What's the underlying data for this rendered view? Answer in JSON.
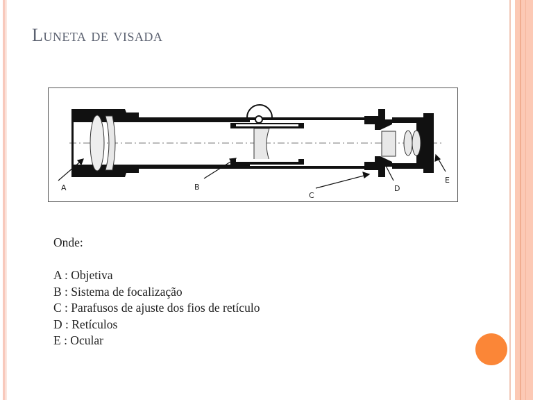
{
  "slide": {
    "title": "Luneta de visada",
    "accent_color": "#fb8637",
    "border_color": "#fcc9b5"
  },
  "diagram": {
    "labels": {
      "A": "A",
      "B": "B",
      "C": "C",
      "D": "D",
      "E": "E"
    }
  },
  "legend": {
    "heading": "Onde:",
    "items": [
      {
        "key": "A",
        "text": "A : Objetiva"
      },
      {
        "key": "B",
        "text": "B : Sistema de focalização"
      },
      {
        "key": "C",
        "text": "C : Parafusos de ajuste dos fios de retículo"
      },
      {
        "key": "D",
        "text": "D : Retículos"
      },
      {
        "key": "E",
        "text": "E : Ocular"
      }
    ]
  }
}
